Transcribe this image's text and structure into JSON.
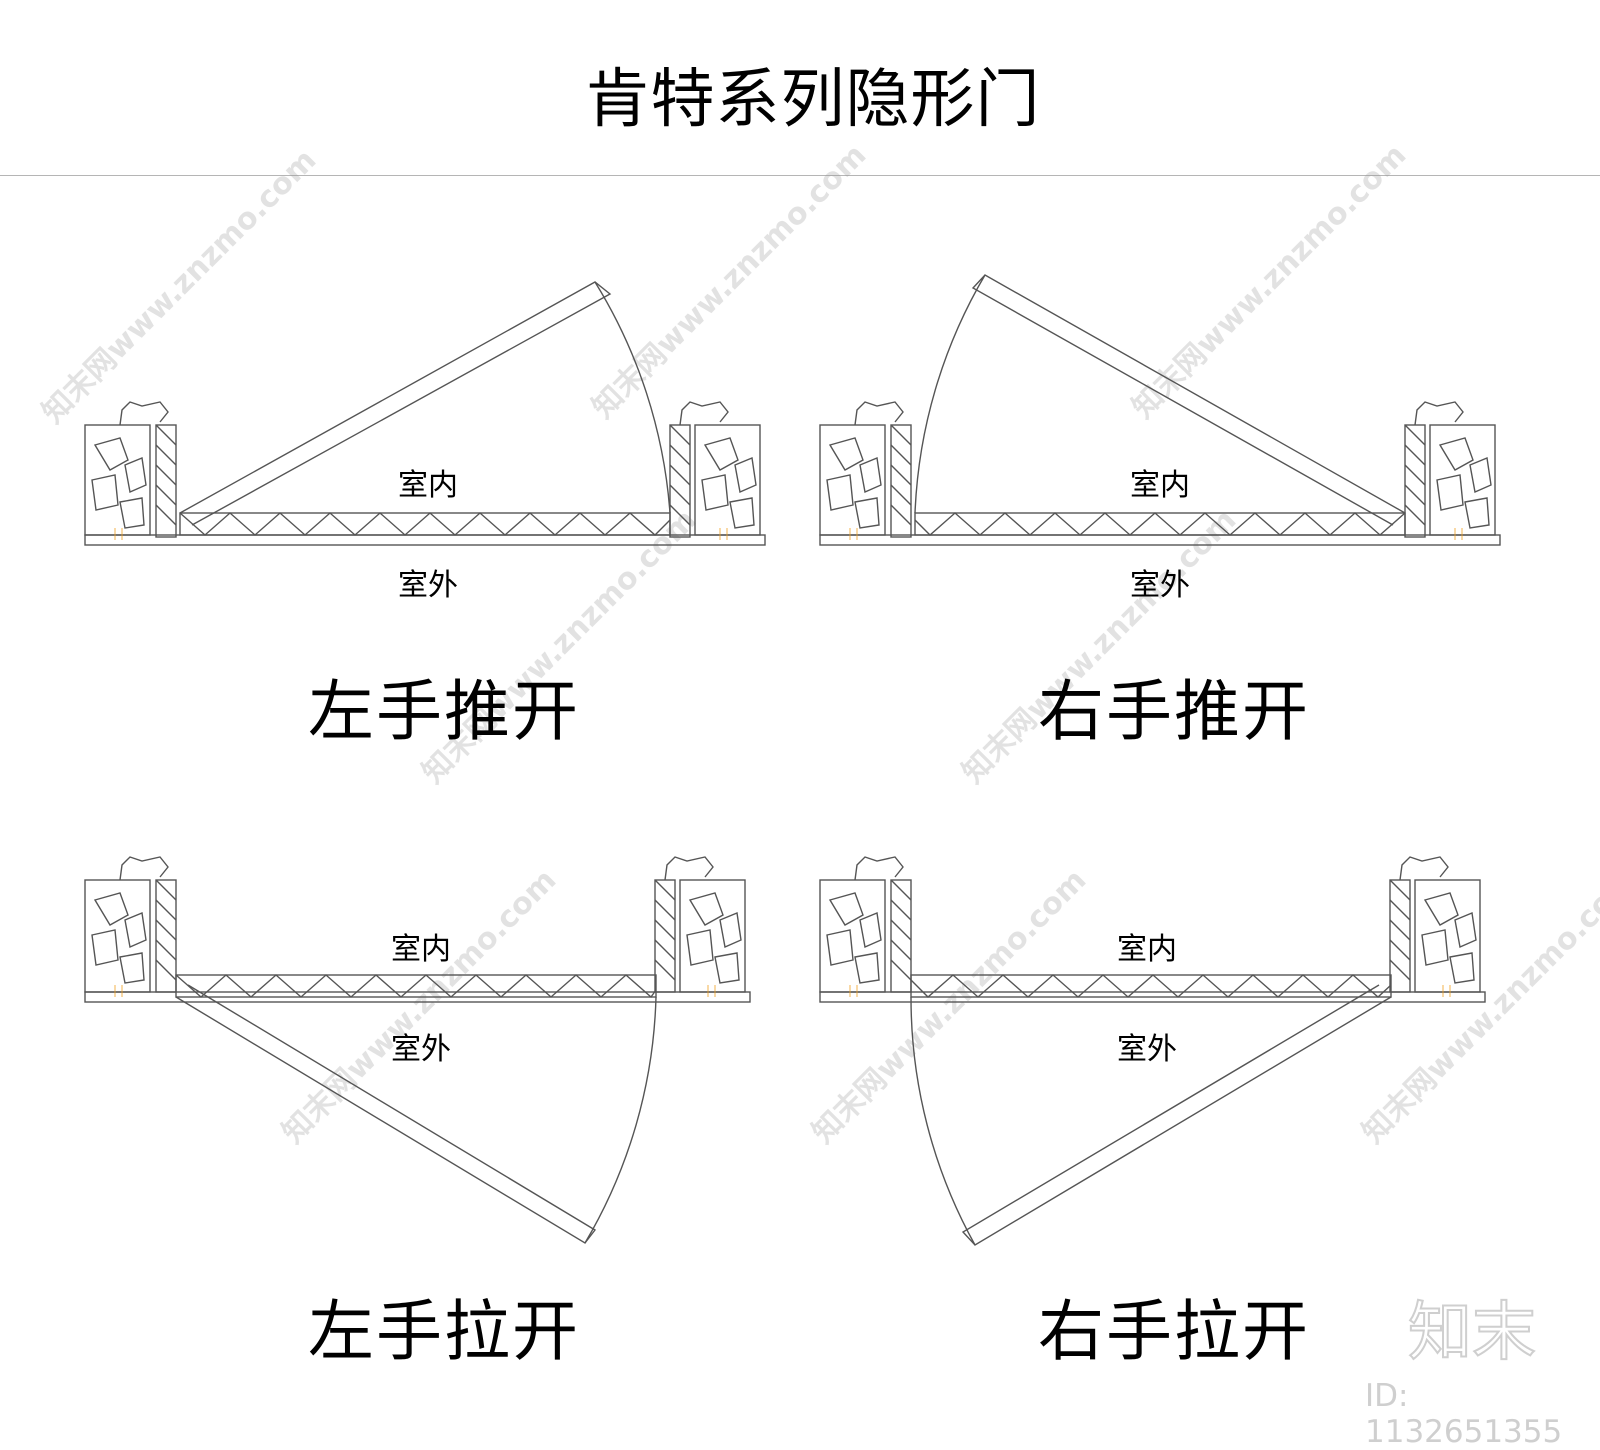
{
  "title": "肯特系列隐形门",
  "labels": {
    "indoor": "室内",
    "outdoor": "室外"
  },
  "panels": [
    {
      "caption": "左手推开"
    },
    {
      "caption": "右手推开"
    },
    {
      "caption": "左手拉开"
    },
    {
      "caption": "右手拉开"
    }
  ],
  "watermark_text": "知末网www.znzmo.com",
  "brand": {
    "logo_text": "知末",
    "id_text": "ID: 1132651355"
  },
  "colors": {
    "line": "#555555",
    "fixing": "#f0a020",
    "seal": "#22aa44",
    "watermark": "#bfbfbf"
  }
}
